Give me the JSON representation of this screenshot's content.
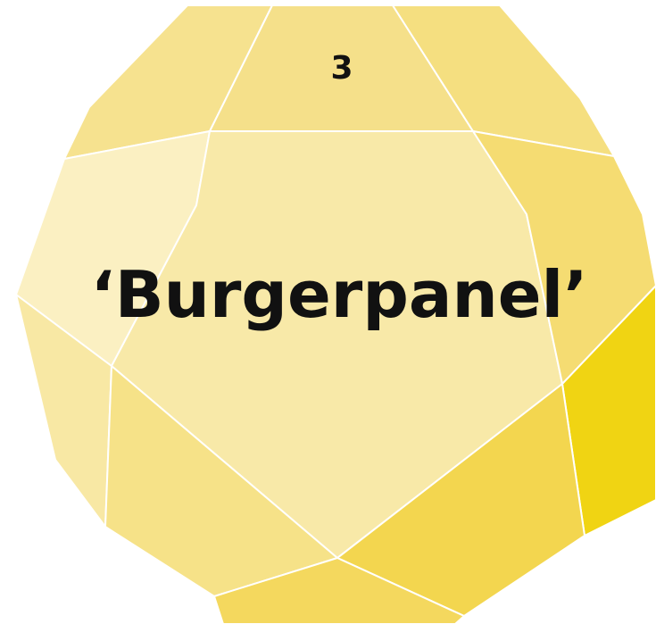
{
  "badge": {
    "number": "3",
    "title": "‘Burgerpanel’"
  },
  "colors": {
    "background": "#ffffff",
    "facet_lightest": "#fbf0c2",
    "facet_light": "#f8e8a4",
    "facet_mid": "#f6e28f",
    "facet_warm": "#f5dc72",
    "facet_strong": "#f3d64f",
    "facet_accent": "#f0d413",
    "edge": "#ffffff",
    "text": "#111111"
  },
  "icon": "polyhedron-badge"
}
